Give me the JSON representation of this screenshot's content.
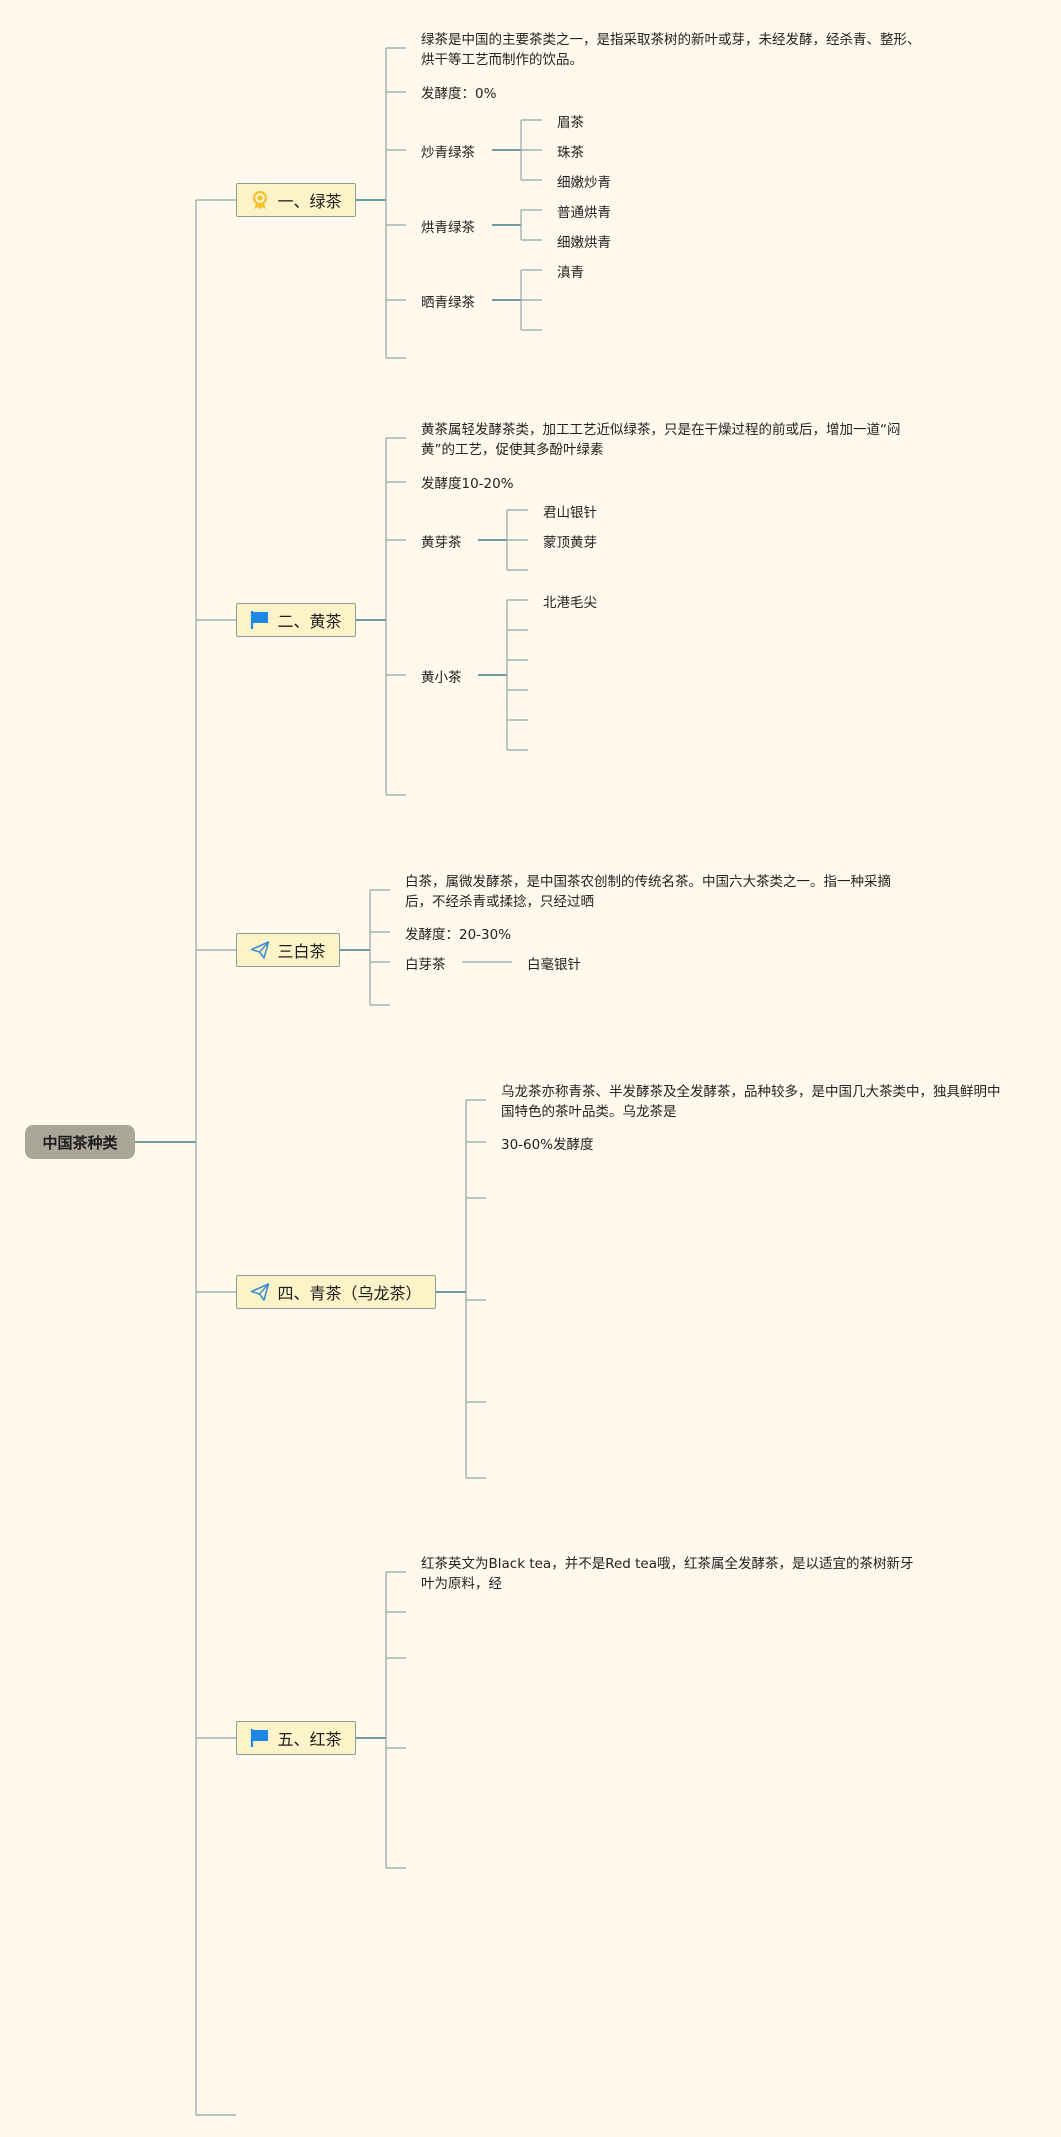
{
  "root": {
    "label": "中国茶种类"
  },
  "branches": {
    "green": {
      "label": "一、绿茶",
      "desc": "绿茶是中国的主要茶类之一，是指采取茶树的新叶或芽，未经发酵，经杀青、整形、烘干等工艺而制作的饮品。",
      "ferment": "发酵度：0%",
      "groups": [
        {
          "label": "炒青绿茶",
          "items": [
            "眉茶",
            "珠茶",
            "细嫩炒青"
          ]
        },
        {
          "label": "烘青绿茶",
          "items": [
            "普通烘青",
            "细嫩烘青"
          ]
        },
        {
          "label": "晒青绿茶",
          "items": [
            "滇青"
          ]
        }
      ]
    },
    "yellow": {
      "label": "二、黄茶",
      "desc": "黄茶属轻发酵茶类，加工工艺近似绿茶，只是在干燥过程的前或后，增加一道“闷黄”的工艺，促使其多酚叶绿素",
      "ferment": "发酵度10-20%",
      "groups": [
        {
          "label": "黄芽茶",
          "items": [
            "君山银针",
            "蒙顶黄芽"
          ]
        },
        {
          "label": "黄小茶",
          "items": [
            "北港毛尖"
          ]
        }
      ]
    },
    "white": {
      "label": "三白茶",
      "desc": "白茶，属微发酵茶，是中国茶农创制的传统名茶。中国六大茶类之一。指一种采摘后，不经杀青或揉捻，只经过晒",
      "ferment": "发酵度：20-30%",
      "groups": [
        {
          "label": "白芽茶",
          "items": [
            "白毫银针"
          ]
        }
      ]
    },
    "oolong": {
      "label": "四、青茶（乌龙茶）",
      "desc": "乌龙茶亦称青茶、半发酵茶及全发酵茶，品种较多，是中国几大茶类中，独具鲜明中国特色的茶叶品类。乌龙茶是",
      "ferment": "30-60%发酵度"
    },
    "black": {
      "label": "五、红茶",
      "desc": "红茶英文为Black tea，并不是Red tea哦，红茶属全发酵茶，是以适宜的茶树新牙叶为原料，经"
    }
  },
  "icons": {
    "green": "award-ribbon-icon",
    "yellow": "flag-icon",
    "white": "paper-plane-icon",
    "oolong": "paper-plane-icon",
    "black": "flag-icon"
  },
  "colors": {
    "background": "#fef9ec",
    "branch_fill": "#fdf3c9",
    "root_fill": "#aaa697",
    "connector": "#3f7c82",
    "thin_connector": "#8fa8a8",
    "flag": "#1e88e5",
    "plane": "#3b8fd0",
    "ribbon": "#f2c22e"
  }
}
